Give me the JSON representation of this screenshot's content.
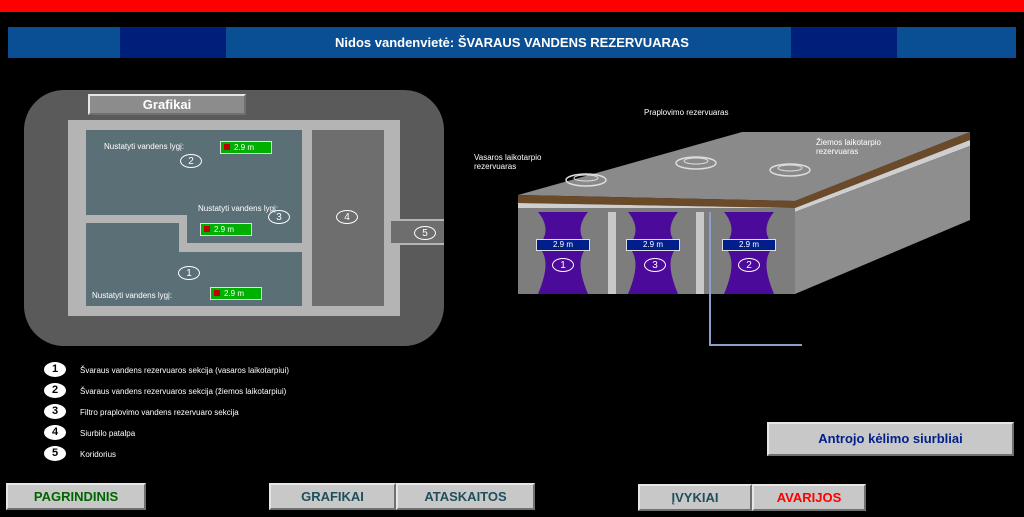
{
  "header": {
    "title": "Nidos vandenvietė: ŠVARAUS VANDENS REZERVUARAS"
  },
  "plan": {
    "button_label": "Grafikai",
    "set_level_label": "Nustatyti vandens lygį:",
    "sections": [
      {
        "number": "2",
        "level": "2.9 m"
      },
      {
        "number": "3",
        "level": "2.9 m"
      },
      {
        "number": "1",
        "level": "2.9 m"
      }
    ],
    "pump_room_number": "4",
    "corridor_number": "5"
  },
  "iso": {
    "flush_label": "Praplovimo rezervuaras",
    "summer_label_1": "Vasaros laikotarpio",
    "summer_label_2": "rezervuaras",
    "winter_label_1": "Žiemos laikotarpio",
    "winter_label_2": "rezervuaras",
    "tanks": [
      {
        "number": "1",
        "level": "2.9 m"
      },
      {
        "number": "3",
        "level": "2.9 m"
      },
      {
        "number": "2",
        "level": "2.9 m"
      }
    ]
  },
  "legend": [
    {
      "number": "1",
      "text": "Švaraus vandens rezervuaros sekcija (vasaros laikotarpiui)"
    },
    {
      "number": "2",
      "text": "Švaraus vandens rezervuaros sekcija (žiemos laikotarpiui)"
    },
    {
      "number": "3",
      "text": "Filtro praplovimo vandens rezervuaro sekcija"
    },
    {
      "number": "4",
      "text": "Siurbilo patalpa"
    },
    {
      "number": "5",
      "text": "Koridorius"
    }
  ],
  "buttons": {
    "second_lift": "Antrojo kėlimo siurbliai",
    "main": "PAGRINDINIS",
    "charts": "GRAFIKAI",
    "reports": "ATASKAITOS",
    "events": "ĮVYKIAI",
    "alarms": "AVARIJOS"
  },
  "colors": {
    "header_blue": "#0a4f94",
    "alarm_red": "#ff0000",
    "level_green": "#00b000",
    "tank_purple": "#4b0a9a"
  }
}
